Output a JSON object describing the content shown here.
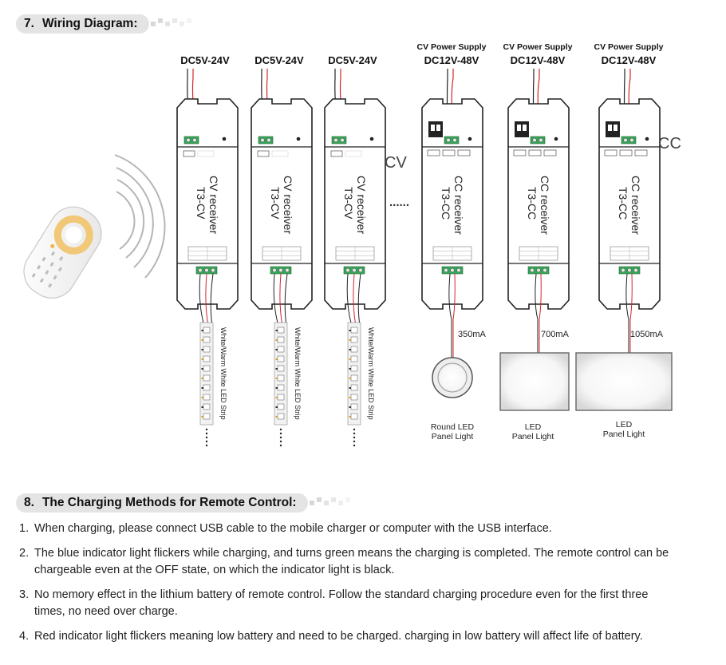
{
  "section7": {
    "number": "7.",
    "title": "Wiring Diagram:"
  },
  "section8": {
    "number": "8.",
    "title": "The Charging Methods for Remote Control:"
  },
  "diagram": {
    "cv_receivers": [
      {
        "voltage": "DC5V-24V",
        "name": "CV receiver",
        "model": "T3-CV",
        "strip_label": "White/Warm White LED Strip"
      },
      {
        "voltage": "DC5V-24V",
        "name": "CV receiver",
        "model": "T3-CV",
        "strip_label": "White/Warm White LED Strip"
      },
      {
        "voltage": "DC5V-24V",
        "name": "CV receiver",
        "model": "T3-CV",
        "strip_label": "White/Warm White LED Strip"
      }
    ],
    "cv_group_label": "CV",
    "cc_group_label": "CC",
    "ellipsis": "......",
    "cc_receivers": [
      {
        "supply": "CV Power Supply",
        "voltage": "DC12V-48V",
        "name": "CC receiver",
        "model": "T3-CC",
        "current": "350mA",
        "light_line1": "Round LED",
        "light_line2": "Panel Light"
      },
      {
        "supply": "CV Power Supply",
        "voltage": "DC12V-48V",
        "name": "CC receiver",
        "model": "T3-CC",
        "current": "700mA",
        "light_line1": "LED",
        "light_line2": "Panel Light"
      },
      {
        "supply": "CV Power Supply",
        "voltage": "DC12V-48V",
        "name": "CC receiver",
        "model": "T3-CC",
        "current": "1050mA",
        "light_line1": "LED",
        "light_line2": "Panel Light"
      }
    ]
  },
  "charging_steps": [
    {
      "num": "1.",
      "text": "When charging, please connect USB cable to the mobile charger or computer with the USB interface."
    },
    {
      "num": "2.",
      "text": "The blue indicator light flickers while charging, and turns green means the charging is completed. The remote control can be chargeable even at the OFF state, on which the indicator light is black."
    },
    {
      "num": "3.",
      "text": "No memory effect in the lithium battery of remote control. Follow the standard charging procedure even for the first three times, no need over charge."
    },
    {
      "num": "4.",
      "text": "Red indicator light flickers meaning low battery and need to be charged. charging in low battery will affect life of battery."
    }
  ]
}
